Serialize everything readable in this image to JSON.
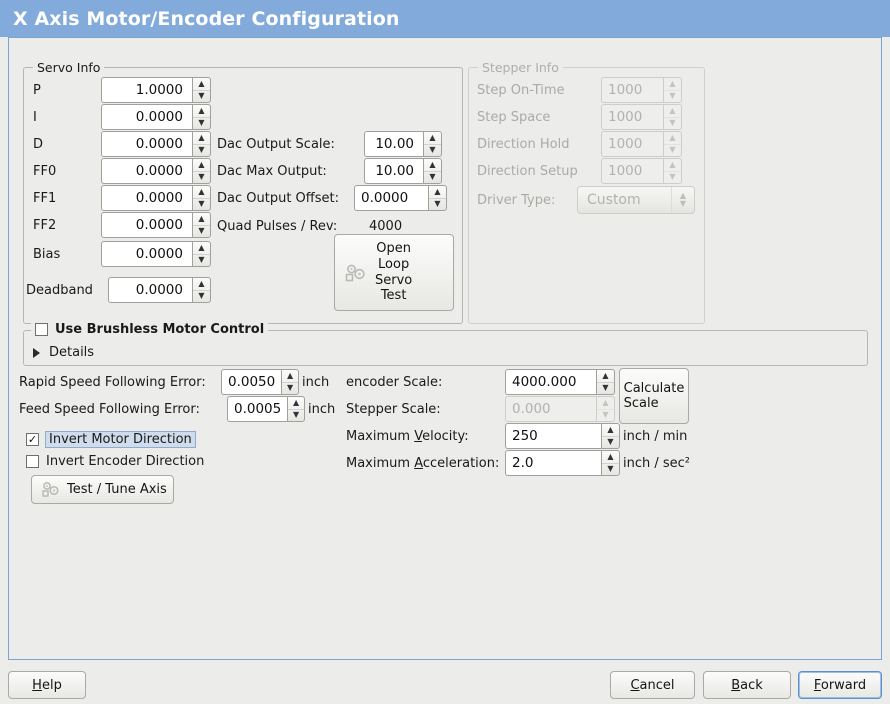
{
  "window": {
    "title": "X Axis Motor/Encoder Configuration"
  },
  "servo": {
    "legend": "Servo Info",
    "fields": [
      {
        "label": "P",
        "value": "1.0000"
      },
      {
        "label": "I",
        "value": "0.0000"
      },
      {
        "label": "D",
        "value": "0.0000"
      },
      {
        "label": "FF0",
        "value": "0.0000"
      },
      {
        "label": "FF1",
        "value": "0.0000"
      },
      {
        "label": "FF2",
        "value": "0.0000"
      },
      {
        "label": "Bias",
        "value": "0.0000"
      },
      {
        "label": "Deadband",
        "value": "0.0000"
      }
    ],
    "dac": [
      {
        "label": "Dac Output Scale:",
        "value": "10.00"
      },
      {
        "label": "Dac Max Output:",
        "value": "10.00"
      },
      {
        "label": "Dac Output Offset:",
        "value": "0.0000"
      }
    ],
    "quad_label": "Quad Pulses / Rev:",
    "quad_value": "4000",
    "open_loop_button": {
      "line1": "Open",
      "line2": "Loop",
      "line3": "Servo",
      "line4": "Test"
    }
  },
  "stepper": {
    "legend": "Stepper Info",
    "enabled": false,
    "fields": [
      {
        "label": "Step On-Time",
        "value": "1000"
      },
      {
        "label": "Step Space",
        "value": "1000"
      },
      {
        "label": "Direction Hold",
        "value": "1000"
      },
      {
        "label": "Direction Setup",
        "value": "1000"
      }
    ],
    "driver_type_label": "Driver Type:",
    "driver_type_value": "Custom"
  },
  "brushless": {
    "checkbox_label": "Use Brushless Motor Control",
    "checked": false,
    "details_label": "Details",
    "expanded": false
  },
  "tuning": {
    "rapid_label": "Rapid Speed Following Error:",
    "rapid_value": "0.0050",
    "rapid_unit": "inch",
    "feed_label": "Feed Speed Following Error:",
    "feed_value": "0.0005",
    "feed_unit": "inch",
    "invert_motor_label": "Invert Motor Direction",
    "invert_motor_checked": true,
    "invert_encoder_label": "Invert Encoder Direction",
    "invert_encoder_checked": false,
    "test_tune_label": "Test / Tune Axis"
  },
  "scales": {
    "encoder_label": "encoder Scale:",
    "encoder_value": "4000.000",
    "stepper_label": "Stepper Scale:",
    "stepper_value": "0.000",
    "stepper_enabled": false,
    "calculate_button": {
      "line1": "Calculate",
      "line2": "Scale"
    },
    "max_velocity_label_a": "Maximum ",
    "max_velocity_label_mn": "V",
    "max_velocity_label_b": "elocity:",
    "max_velocity_value": "250",
    "max_velocity_unit": "inch / min",
    "max_accel_label_a": "Maximum ",
    "max_accel_label_mn": "A",
    "max_accel_label_b": "cceleration:",
    "max_accel_value": "2.0",
    "max_accel_unit": "inch / sec²"
  },
  "footer": {
    "help_mn": "H",
    "help_rest": "elp",
    "cancel_a": "C",
    "cancel_mn_rest": "ancel",
    "back_a": "B",
    "back_rest": "ack",
    "forward_a": "F",
    "forward_rest": "orward"
  },
  "icons": {
    "spin_up": "▲",
    "spin_down": "▼",
    "check": "✓"
  },
  "colors": {
    "title_bar": "#82aada",
    "frame_border": "#7ba3d0",
    "window_bg": "#ececea",
    "focus_blue": "#5d8fc9",
    "highlight": "#cfdcec"
  }
}
